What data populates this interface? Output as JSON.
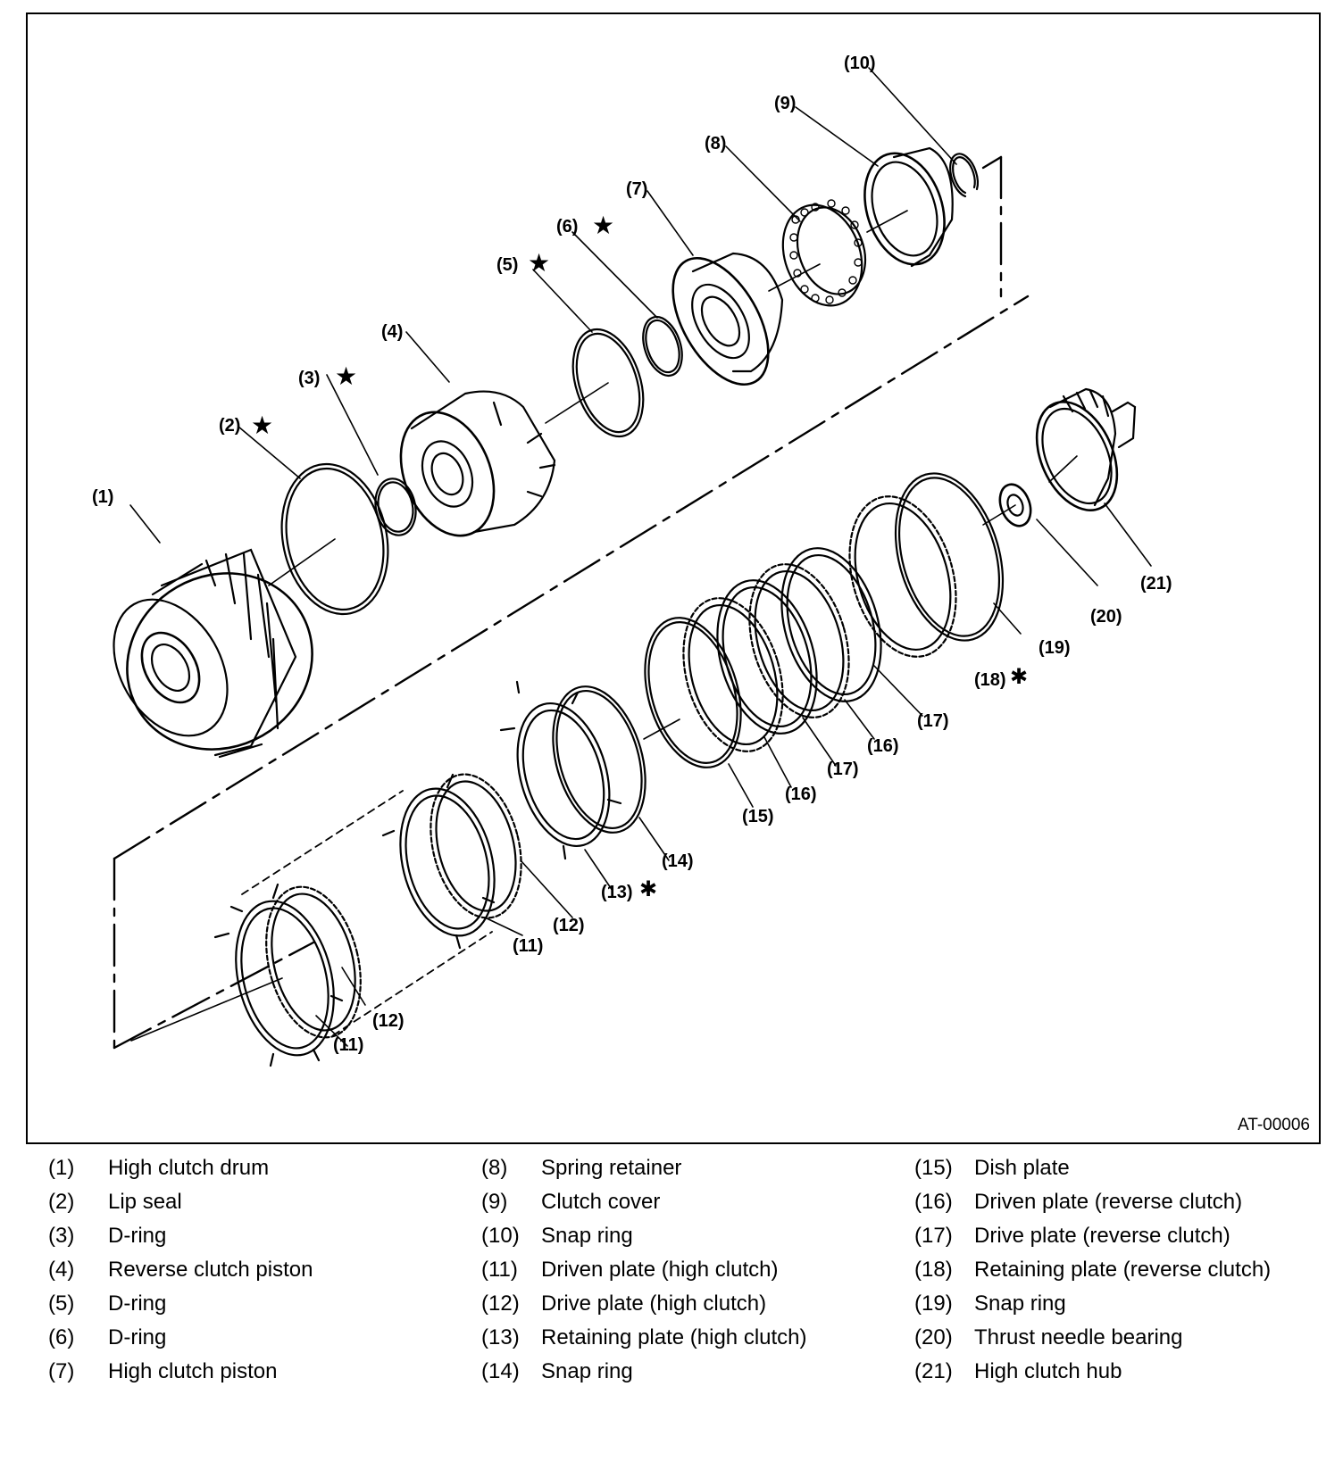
{
  "figure": {
    "code": "AT-00006",
    "callouts": [
      {
        "id": "c1",
        "text": "(1)"
      },
      {
        "id": "c2",
        "text": "(2)"
      },
      {
        "id": "c3",
        "text": "(3)"
      },
      {
        "id": "c4",
        "text": "(4)"
      },
      {
        "id": "c5",
        "text": "(5)"
      },
      {
        "id": "c6",
        "text": "(6)"
      },
      {
        "id": "c7",
        "text": "(7)"
      },
      {
        "id": "c8",
        "text": "(8)"
      },
      {
        "id": "c9",
        "text": "(9)"
      },
      {
        "id": "c10",
        "text": "(10)"
      },
      {
        "id": "c11a",
        "text": "(11)"
      },
      {
        "id": "c12a",
        "text": "(12)"
      },
      {
        "id": "c11b",
        "text": "(11)"
      },
      {
        "id": "c12b",
        "text": "(12)"
      },
      {
        "id": "c13",
        "text": "(13)"
      },
      {
        "id": "c14",
        "text": "(14)"
      },
      {
        "id": "c15",
        "text": "(15)"
      },
      {
        "id": "c16a",
        "text": "(16)"
      },
      {
        "id": "c17a",
        "text": "(17)"
      },
      {
        "id": "c16b",
        "text": "(16)"
      },
      {
        "id": "c17b",
        "text": "(17)"
      },
      {
        "id": "c18",
        "text": "(18)"
      },
      {
        "id": "c19",
        "text": "(19)"
      },
      {
        "id": "c20",
        "text": "(20)"
      },
      {
        "id": "c21",
        "text": "(21)"
      }
    ],
    "marks": {
      "star": "★",
      "asterisk": "✱"
    }
  },
  "legend": {
    "columns": [
      [
        {
          "num": "(1)",
          "label": "High clutch drum"
        },
        {
          "num": "(2)",
          "label": "Lip seal"
        },
        {
          "num": "(3)",
          "label": "D-ring"
        },
        {
          "num": "(4)",
          "label": "Reverse clutch piston"
        },
        {
          "num": "(5)",
          "label": "D-ring"
        },
        {
          "num": "(6)",
          "label": "D-ring"
        },
        {
          "num": "(7)",
          "label": "High clutch piston"
        }
      ],
      [
        {
          "num": "(8)",
          "label": "Spring retainer"
        },
        {
          "num": "(9)",
          "label": "Clutch cover"
        },
        {
          "num": "(10)",
          "label": "Snap ring"
        },
        {
          "num": "(11)",
          "label": "Driven plate (high clutch)"
        },
        {
          "num": "(12)",
          "label": "Drive plate (high clutch)"
        },
        {
          "num": "(13)",
          "label": "Retaining plate (high clutch)"
        },
        {
          "num": "(14)",
          "label": "Snap ring"
        }
      ],
      [
        {
          "num": "(15)",
          "label": "Dish plate"
        },
        {
          "num": "(16)",
          "label": "Driven plate (reverse clutch)"
        },
        {
          "num": "(17)",
          "label": "Drive plate (reverse clutch)"
        },
        {
          "num": "(18)",
          "label": "Retaining plate (reverse clutch)"
        },
        {
          "num": "(19)",
          "label": "Snap ring"
        },
        {
          "num": "(20)",
          "label": "Thrust needle bearing"
        },
        {
          "num": "(21)",
          "label": "High clutch hub"
        }
      ]
    ]
  }
}
